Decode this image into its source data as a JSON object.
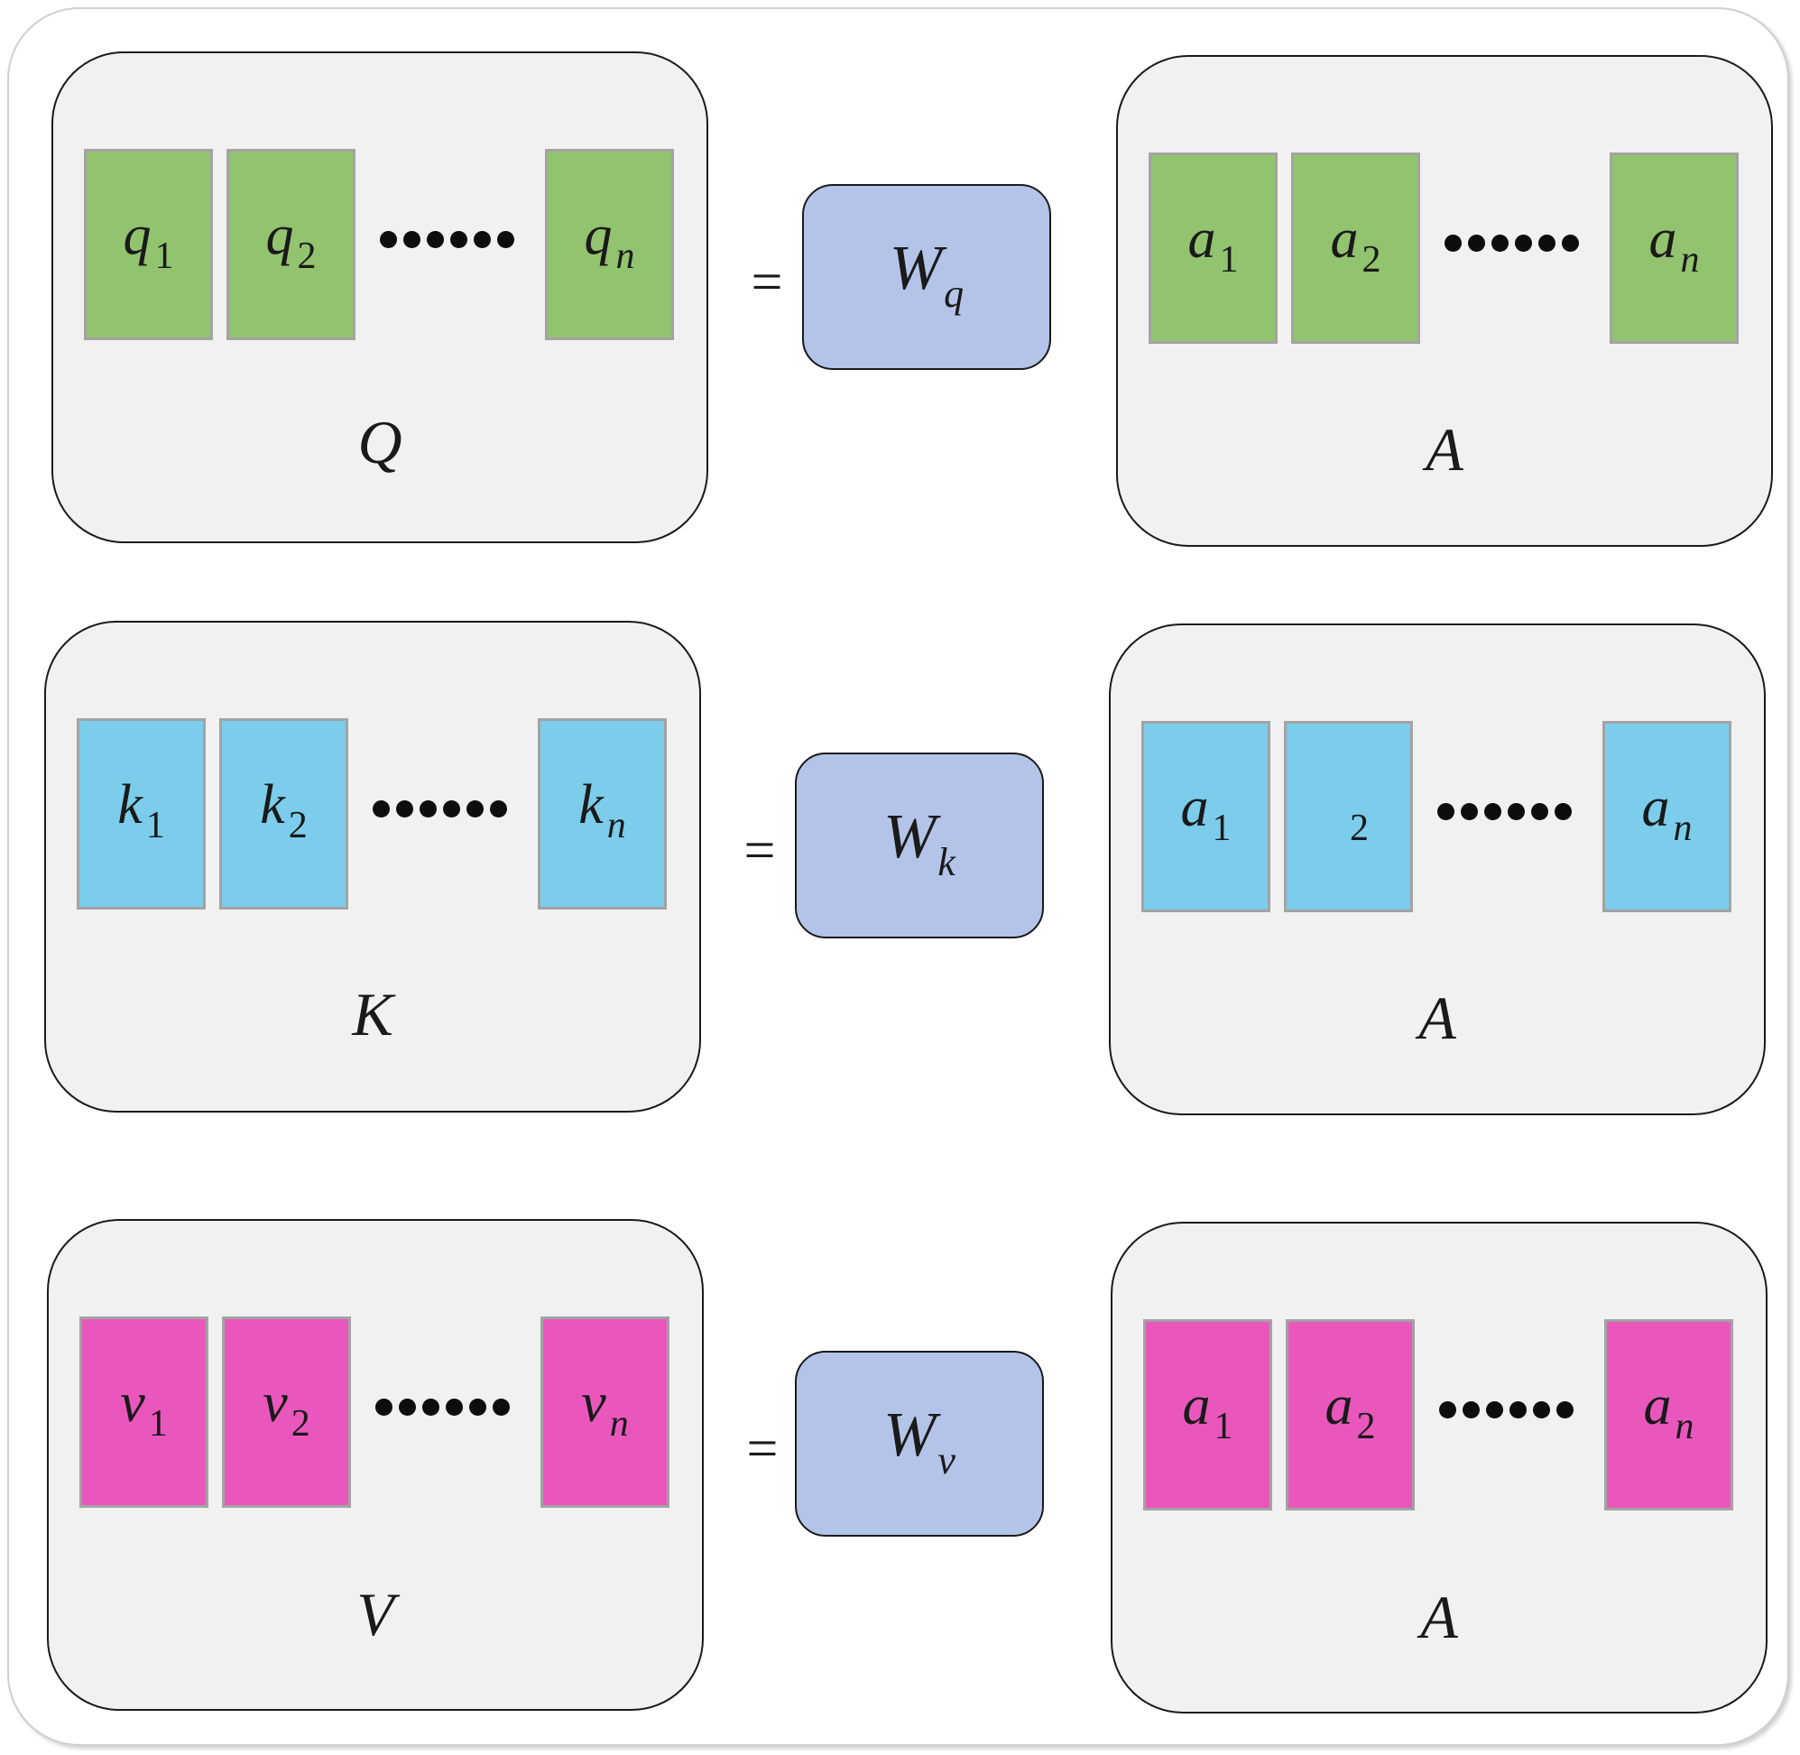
{
  "colors": {
    "panel_bg": "#f1f1f1",
    "weight_box": "#b3c4e8",
    "query_cells": "#92c36f",
    "key_cells": "#7bcdeb",
    "value_cells": "#e957bd",
    "cell_border": "#a3a3a3"
  },
  "equals_sign": "=",
  "rows": [
    {
      "name": "query",
      "left": {
        "label": "Q",
        "cells": [
          {
            "letter": "q",
            "sub": "1"
          },
          {
            "letter": "q",
            "sub": "2"
          },
          {
            "letter": "q",
            "sub": "n"
          }
        ]
      },
      "weight": {
        "letter": "W",
        "sub": "q"
      },
      "right": {
        "label": "A",
        "cells": [
          {
            "letter": "a",
            "sub": "1"
          },
          {
            "letter": "a",
            "sub": "2"
          },
          {
            "letter": "a",
            "sub": "n"
          }
        ]
      }
    },
    {
      "name": "key",
      "left": {
        "label": "K",
        "cells": [
          {
            "letter": "k",
            "sub": "1"
          },
          {
            "letter": "k",
            "sub": "2"
          },
          {
            "letter": "k",
            "sub": "n"
          }
        ]
      },
      "weight": {
        "letter": "W",
        "sub": "k"
      },
      "right": {
        "label": "A",
        "cells": [
          {
            "letter": "a",
            "sub": "1"
          },
          {
            "letter": "",
            "sub": "2"
          },
          {
            "letter": "a",
            "sub": "n"
          }
        ]
      }
    },
    {
      "name": "value",
      "left": {
        "label": "V",
        "cells": [
          {
            "letter": "v",
            "sub": "1"
          },
          {
            "letter": "v",
            "sub": "2"
          },
          {
            "letter": "v",
            "sub": "n"
          }
        ]
      },
      "weight": {
        "letter": "W",
        "sub": "v"
      },
      "right": {
        "label": "A",
        "cells": [
          {
            "letter": "a",
            "sub": "1"
          },
          {
            "letter": "a",
            "sub": "2"
          },
          {
            "letter": "a",
            "sub": "n"
          }
        ]
      }
    }
  ]
}
